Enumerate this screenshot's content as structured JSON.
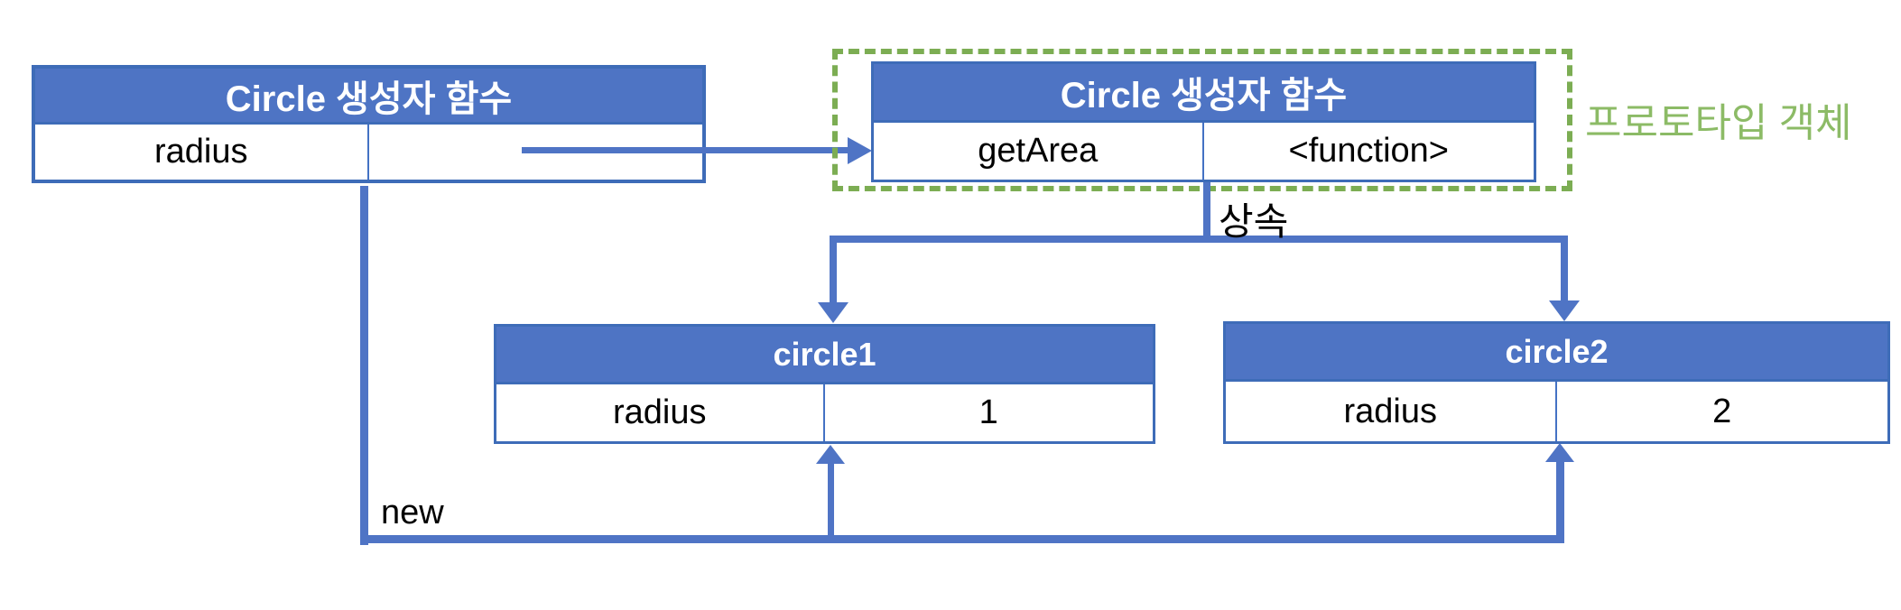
{
  "colors": {
    "header_fill": "#4E74C4",
    "table_border": "#3E6CB8",
    "connector_blue": "#4F74C5",
    "dashed_green": "#7CAD53",
    "green_label_text": "#8CBB66",
    "header_text": "#FFFFFF",
    "body_text": "#000000"
  },
  "constructor_box": {
    "title": "Circle 생성자 함수",
    "rows": [
      {
        "key": "radius",
        "value": ""
      }
    ]
  },
  "prototype_area": {
    "label": "프로토타입 객체",
    "box": {
      "title": "Circle 생성자 함수",
      "rows": [
        {
          "key": "getArea",
          "value": "<function>"
        }
      ]
    }
  },
  "instances": [
    {
      "title": "circle1",
      "rows": [
        {
          "key": "radius",
          "value": "1"
        }
      ]
    },
    {
      "title": "circle2",
      "rows": [
        {
          "key": "radius",
          "value": "2"
        }
      ]
    }
  ],
  "edges": {
    "inheritance_label": "상속",
    "new_label": "new"
  }
}
